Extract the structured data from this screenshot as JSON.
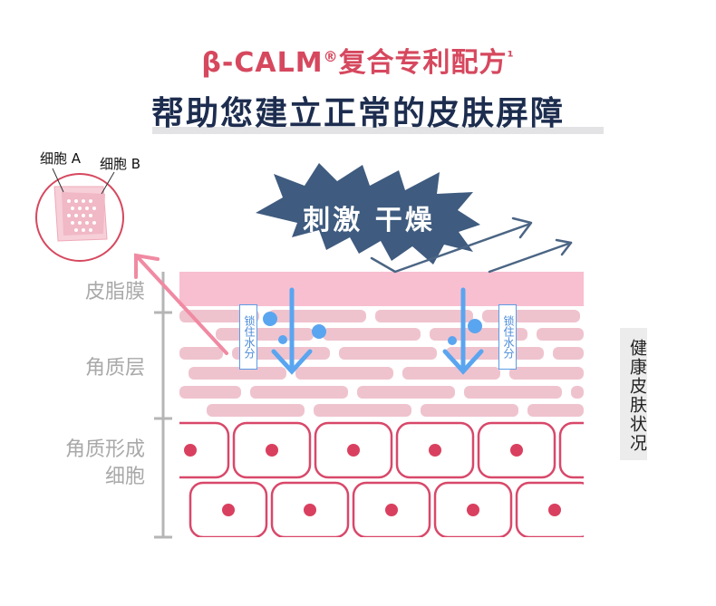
{
  "header": {
    "subtitle": "β-CALM",
    "subtitle_mark": "®",
    "subtitle_rest": "复合专利配方",
    "subtitle_footnote": "¹",
    "title": "帮助您建立正常的皮肤屏障"
  },
  "inset": {
    "cell_a": "细胞 A",
    "cell_b": "细胞 B"
  },
  "stressors": {
    "label": "刺激 干燥"
  },
  "layers": {
    "sebum_film": "皮脂膜",
    "stratum_corneum": "角质层",
    "keratinocytes_line1": "角质形成",
    "keratinocytes_line2": "细胞"
  },
  "moisture": {
    "lock_left": "锁住水分",
    "lock_right": "锁住水分"
  },
  "status": {
    "healthy_skin": "健康皮肤状况"
  },
  "colors": {
    "brand_red": "#d6485e",
    "navy": "#1d2d4f",
    "sebum_pink": "#f8bfd1",
    "brick_pink": "#efc3ce",
    "cell_outline": "#d8486a",
    "nucleus": "#d9405f",
    "water_blue": "#5aa5f0",
    "star_navy": "#3f5b7f"
  }
}
